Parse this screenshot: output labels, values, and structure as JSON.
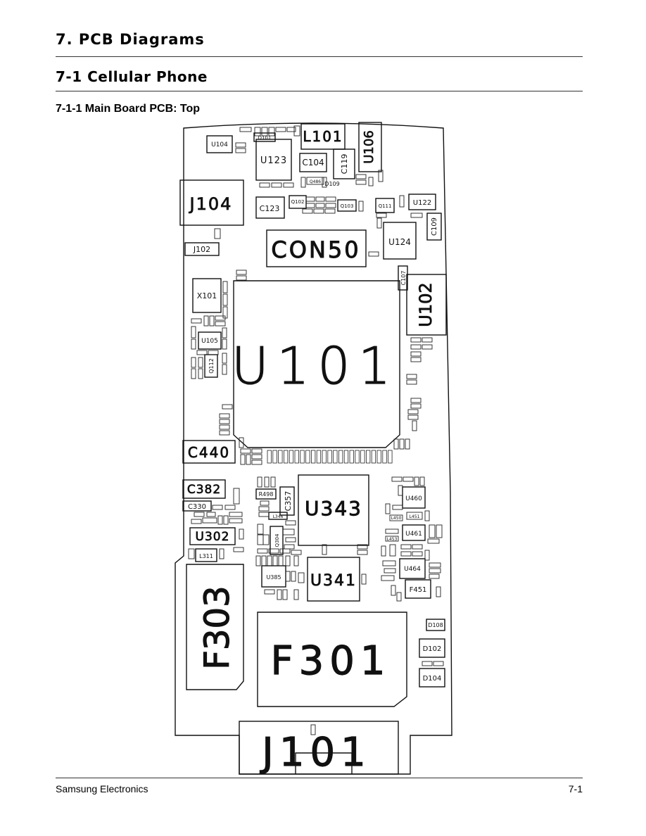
{
  "page": {
    "chapter_title": "7.  PCB Diagrams",
    "section_title": "7-1  Cellular Phone",
    "subsection_title": "7-1-1 Main Board PCB: Top",
    "footer_left": "Samsung Electronics",
    "footer_right": "7-1"
  },
  "diagram": {
    "large_labels": {
      "u101": "U101",
      "f301": "F301",
      "f303": "F303",
      "j101": "J101",
      "con50": "CON50",
      "u343": "U343",
      "u341": "U341",
      "j104": "J104",
      "u102": "U102",
      "l101": "L101",
      "u106": "U106",
      "c440": "C440",
      "c382": "C382",
      "u302": "U302",
      "c357": "C357",
      "u123": "U123",
      "c123": "C123",
      "c104": "C104",
      "c119": "C119"
    },
    "small_labels": {
      "u104": "U104",
      "d101": "D101",
      "j102": "J102",
      "x101": "X101",
      "u105": "U105",
      "q112": "Q112",
      "u124": "U124",
      "u122": "U122",
      "c109": "C109",
      "c107": "C107",
      "q102": "Q102",
      "q103": "Q103",
      "q111": "Q111",
      "d109": "D109",
      "q486": "Q486",
      "c330": "C330",
      "l311": "L311",
      "r498": "R498",
      "u385": "U385",
      "q304": "Q304",
      "u460": "U460",
      "u461": "U461",
      "u464": "U464",
      "f451": "F451",
      "d108": "D108",
      "d102": "D102",
      "d104": "D104",
      "l346": "L346",
      "l450": "L450",
      "l451": "L451",
      "l453": "L453"
    }
  }
}
